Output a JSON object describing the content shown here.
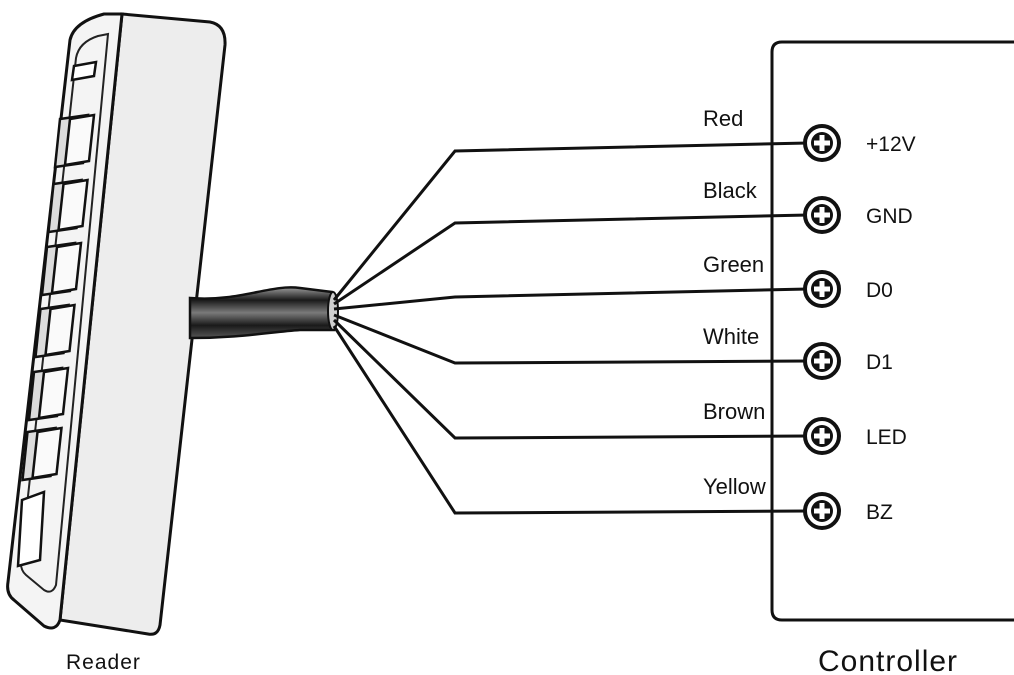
{
  "captions": {
    "reader": "Reader",
    "controller": "Controller"
  },
  "connections": [
    {
      "wire": "Red",
      "terminal": "+12V"
    },
    {
      "wire": "Black",
      "terminal": "GND"
    },
    {
      "wire": "Green",
      "terminal": "D0"
    },
    {
      "wire": "White",
      "terminal": "D1"
    },
    {
      "wire": "Brown",
      "terminal": "LED"
    },
    {
      "wire": "Yellow",
      "terminal": "BZ"
    }
  ],
  "keypad_button_count": 6
}
